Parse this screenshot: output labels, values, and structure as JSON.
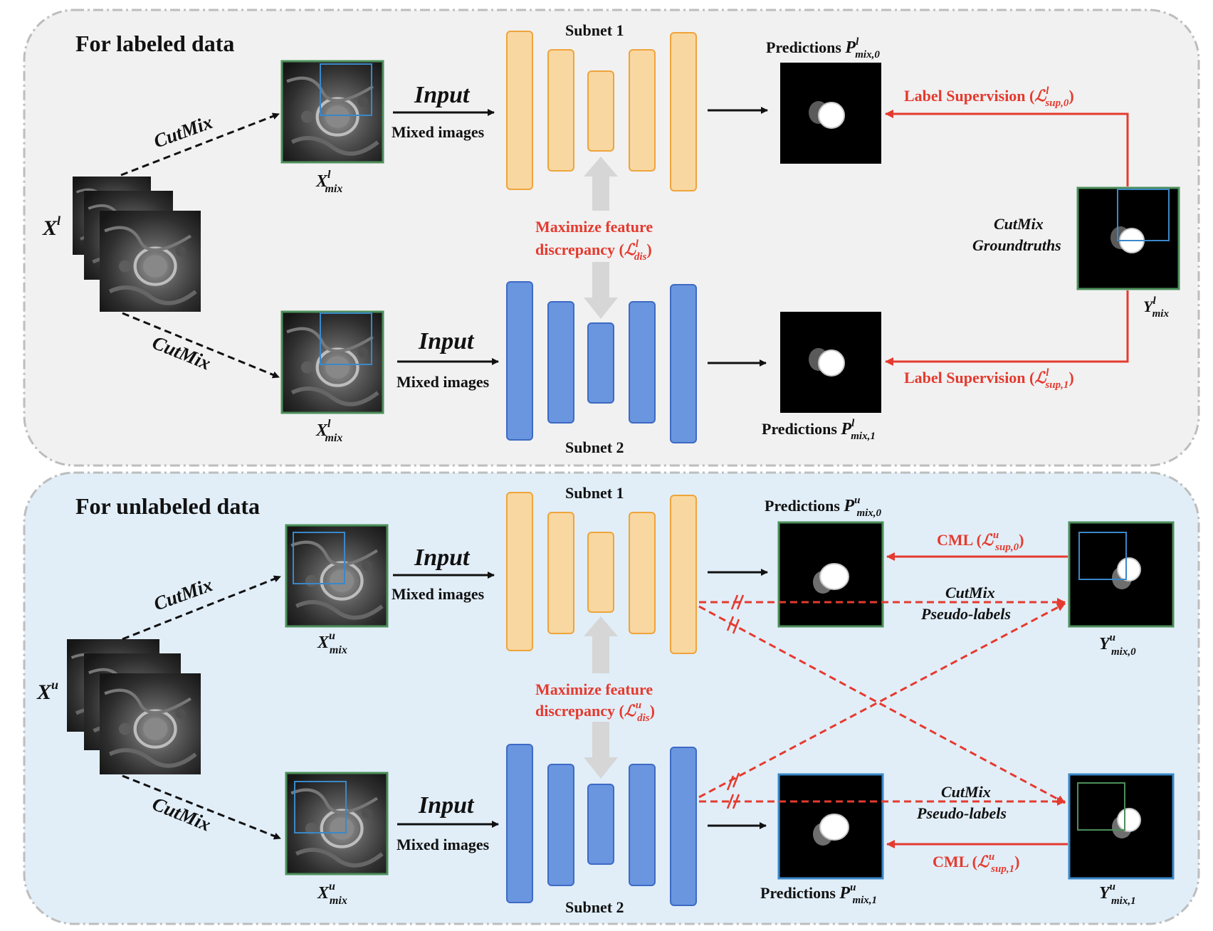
{
  "colors": {
    "labeled_bg": "#f1f1f1",
    "unlabeled_bg": "#e1eef8",
    "subnet1_fill": "#f9d7a0",
    "subnet1_stroke": "#efa43c",
    "subnet2_fill": "#6a96e0",
    "subnet2_stroke": "#3d6ac4",
    "loss_red": "#e53a2f",
    "frame_green": "#4c8f5a",
    "frame_blue": "#3a88c8"
  },
  "labeled": {
    "title": "For labeled data",
    "input_symbol": {
      "base": "X",
      "sup": "l"
    },
    "cutmix_top": "CutMix",
    "cutmix_bottom": "CutMix",
    "mix_top": {
      "base": "X",
      "sup": "l",
      "sub": "mix"
    },
    "mix_bottom": {
      "base": "X",
      "sup": "l",
      "sub": "mix"
    },
    "input_top": "Input",
    "input_bottom": "Input",
    "mixed_top": "Mixed images",
    "mixed_bottom": "Mixed images",
    "subnet1": "Subnet 1",
    "subnet2": "Subnet 2",
    "maximize_line1": "Maximize feature",
    "maximize_line2_prefix": "discrepancy (",
    "maximize_sym": {
      "base": "ℒ",
      "sup": "l",
      "sub": "dis"
    },
    "maximize_line2_suffix": ")",
    "pred_top": {
      "prefix": "Predictions ",
      "base": "P",
      "sup": "l",
      "sub": "mix,0"
    },
    "pred_bottom": {
      "prefix": "Predictions ",
      "base": "P",
      "sup": "l",
      "sub": "mix,1"
    },
    "sup_top": {
      "prefix": "Label Supervision (",
      "base": "ℒ",
      "sup": "l",
      "sub": "sup,0",
      "suffix": ")"
    },
    "sup_bottom": {
      "prefix": "Label Supervision (",
      "base": "ℒ",
      "sup": "l",
      "sub": "sup,1",
      "suffix": ")"
    },
    "gt_line1": "CutMix",
    "gt_line2": "Groundtruths",
    "gt_symbol": {
      "base": "Y",
      "sup": "l",
      "sub": "mix"
    }
  },
  "unlabeled": {
    "title": "For unlabeled data",
    "input_symbol": {
      "base": "X",
      "sup": "u"
    },
    "cutmix_top": "CutMix",
    "cutmix_bottom": "CutMix",
    "mix_top": {
      "base": "X",
      "sup": "u",
      "sub": "mix"
    },
    "mix_bottom": {
      "base": "X",
      "sup": "u",
      "sub": "mix"
    },
    "input_top": "Input",
    "input_bottom": "Input",
    "mixed_top": "Mixed images",
    "mixed_bottom": "Mixed images",
    "subnet1": "Subnet 1",
    "subnet2": "Subnet 2",
    "maximize_line1": "Maximize feature",
    "maximize_line2_prefix": "discrepancy (",
    "maximize_sym": {
      "base": "ℒ",
      "sup": "u",
      "sub": "dis"
    },
    "maximize_line2_suffix": ")",
    "pred_top": {
      "prefix": "Predictions ",
      "base": "P",
      "sup": "u",
      "sub": "mix,0"
    },
    "pred_bottom": {
      "prefix": "Predictions ",
      "base": "P",
      "sup": "u",
      "sub": "mix,1"
    },
    "cml_top": {
      "prefix": "CML (",
      "base": "ℒ",
      "sup": "u",
      "sub": "sup,0",
      "suffix": ")"
    },
    "cml_bottom": {
      "prefix": "CML (",
      "base": "ℒ",
      "sup": "u",
      "sub": "sup,1",
      "suffix": ")"
    },
    "pseudo_top_line1": "CutMix",
    "pseudo_top_line2": "Pseudo-labels",
    "pseudo_bottom_line1": "CutMix",
    "pseudo_bottom_line2": "Pseudo-labels",
    "y_top": {
      "base": "Y",
      "sup": "u",
      "sub": "mix,0"
    },
    "y_bottom": {
      "base": "Y",
      "sup": "u",
      "sub": "mix,1"
    }
  }
}
